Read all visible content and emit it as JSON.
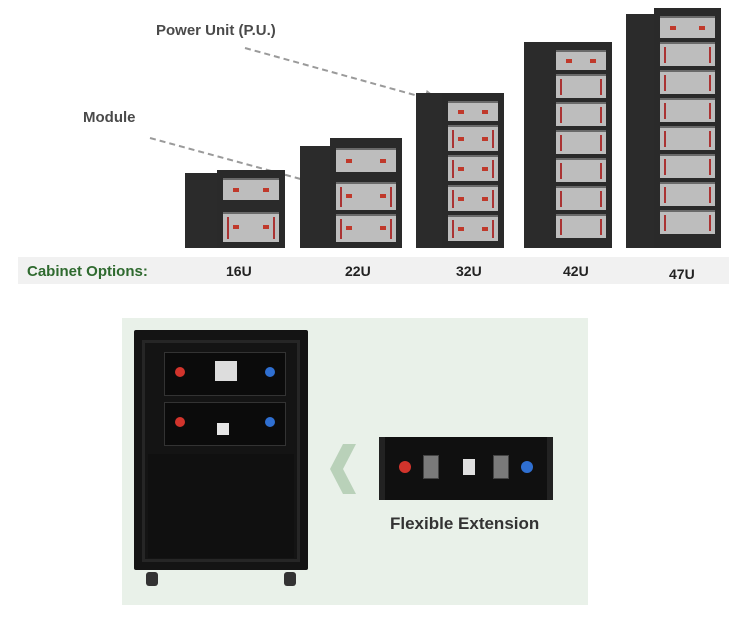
{
  "top": {
    "callouts": {
      "power_unit": "Power Unit (P.U.)",
      "module": "Module"
    },
    "cabinet_options_label": "Cabinet Options:",
    "sizes": [
      "16U",
      "22U",
      "32U",
      "42U",
      "47U"
    ]
  },
  "bottom": {
    "caption": "Flexible Extension"
  },
  "colors": {
    "label_green": "#2f6a2f",
    "panel_bg": "#e9f1e9",
    "accent_red": "#c0392b",
    "accent_blue": "#2f6fd1"
  }
}
